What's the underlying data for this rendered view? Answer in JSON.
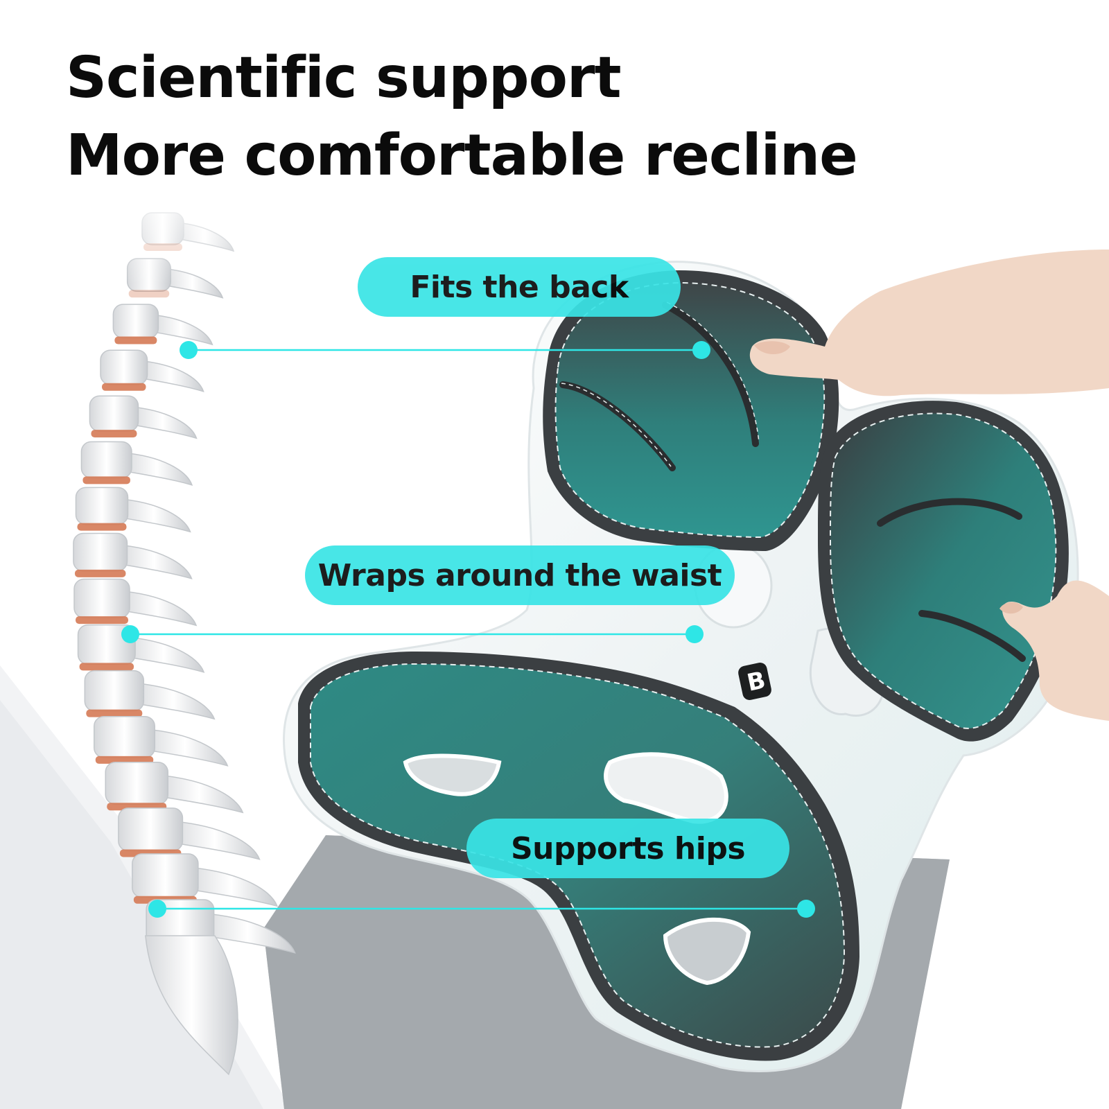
{
  "headline": {
    "line1": "Scientific support",
    "line2": "More comfortable recline"
  },
  "callouts": [
    {
      "label": "Fits the back"
    },
    {
      "label": "Wraps around the waist"
    },
    {
      "label": "Supports hips"
    }
  ],
  "colors": {
    "accent": "#2ee6e6",
    "pill": "#39e4e6",
    "cushion_teal": "#2f8f8a",
    "cushion_dark": "#3c3f41",
    "shell_white": "#f4f7f8",
    "disc": "#d57a55",
    "text": "#0b0b0b"
  }
}
